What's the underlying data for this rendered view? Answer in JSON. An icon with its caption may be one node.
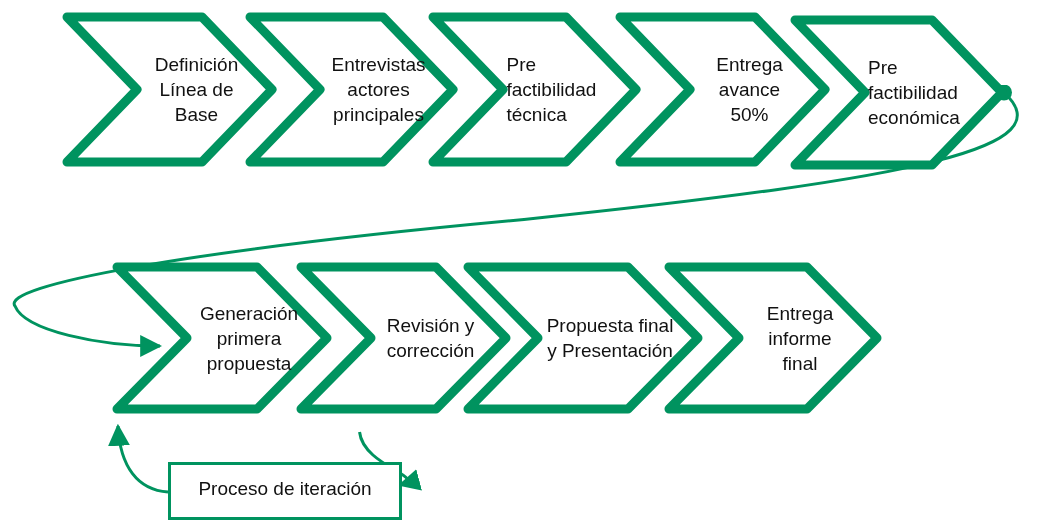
{
  "diagram": {
    "nodes": [
      {
        "text": [
          "Definición Línea de Base"
        ]
      },
      {
        "text": [
          "Entrevistas actores principales"
        ]
      },
      {
        "text": [
          "Pre factibilidad técnica"
        ]
      },
      {
        "text": [
          "Entrega avance 50%"
        ]
      },
      {
        "text": [
          "Pre factibilidad económica"
        ]
      },
      {
        "text": [
          "Generación primera propuesta"
        ]
      },
      {
        "text": [
          "Revisión y corrección"
        ]
      },
      {
        "text": [
          "Propuesta final y Presentación"
        ]
      },
      {
        "text": [
          "Entrega informe final"
        ]
      },
      {
        "text": [
          "Proceso de iteración"
        ]
      }
    ],
    "edges": [
      {
        "from": 4,
        "to": 5,
        "arrow": "to"
      },
      {
        "from": 6,
        "to": 9,
        "arrow": "to"
      },
      {
        "from": 9,
        "to": 5,
        "arrow": "to"
      }
    ]
  }
}
